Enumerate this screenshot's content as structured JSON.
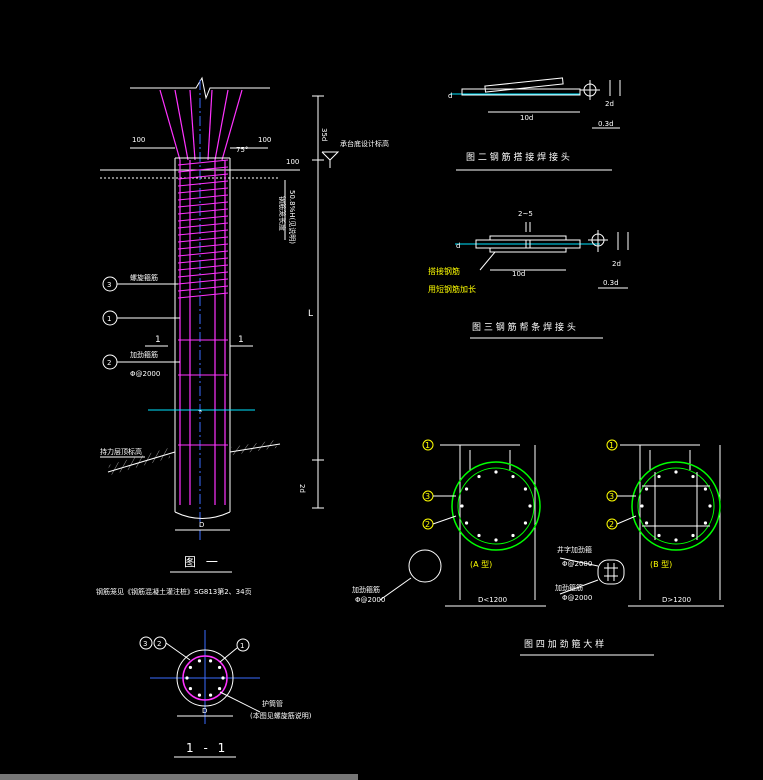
{
  "fig1": {
    "caption": "图  一",
    "note": "钢筋笼见《钢筋混凝土灌注桩》SG813第2、34页",
    "label_design_level": "承台底设计标高",
    "label_rebar_len": "钢筋笼长度",
    "label_rebar_len2": "50.8%H(见说明)",
    "label_spiral": "螺旋箍筋",
    "label_stiffener": "加劲箍筋",
    "label_stiffener_spec": "Φ@2000",
    "label_bearing": "持力层顶标高",
    "dim_100_left": "100",
    "dim_100_right": "100",
    "dim_100_top": "100",
    "dim_35d": "35d",
    "dim_L": "L",
    "dim_2d": "2d",
    "dim_D": "D",
    "angle": "75°",
    "section_mark": "1",
    "circles": [
      "3",
      "1",
      "2"
    ]
  },
  "fig2": {
    "caption": "图 二  钢 筋 搭 接 焊 接 头",
    "dim_d": "d",
    "dim_len": "10d",
    "dim_small": "2d",
    "dim_03d": "0.3d"
  },
  "fig3": {
    "caption": "图 三  钢 筋 帮 条 焊 接 头",
    "dim_gap": "2~5",
    "dim_d": "d",
    "dim_len": "10d",
    "dim_small": "2d",
    "dim_03d": "0.3d",
    "label_note1": "搭接钢筋",
    "label_note2": "用短钢筋加长"
  },
  "fig4": {
    "caption": "图 四     加 劲 箍 大 样",
    "type_a": "(A  型)",
    "type_b": "(B  型)",
    "dim_a": "D<1200",
    "dim_b": "D>1200",
    "label_stiffener": "加劲箍筋",
    "label_stiffener_spec": "Φ@2000",
    "label_cross": "井字加劲箍",
    "label_cross_spec": "Φ@2000",
    "label_stiff2": "加劲箍筋",
    "label_stiff2_spec": "Φ@2000",
    "circles_a": [
      "1",
      "3",
      "2"
    ],
    "circles_b": [
      "1",
      "3",
      "2"
    ]
  },
  "section": {
    "caption": "1 - 1",
    "dim_D": "D",
    "label_sleeve": "护筒管",
    "label_sleeve2": "(本图见螺旋筋说明)",
    "circles": [
      "3",
      "2",
      "1"
    ]
  },
  "colors": {
    "background": "#000000",
    "green": "#00ff00",
    "magenta": "#ff33ff",
    "cyan": "#00e5ff",
    "yellow": "#ffff00"
  }
}
